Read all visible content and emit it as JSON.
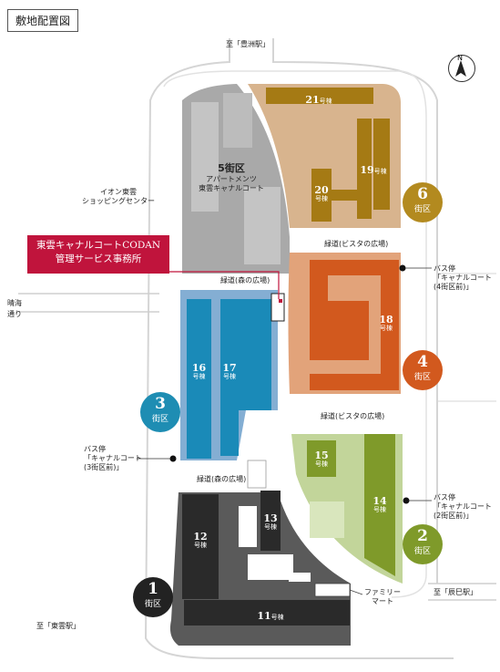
{
  "map": {
    "tag": "敷地配置図",
    "roads": {
      "to_toyosu": "至「豊洲駅」",
      "to_shinonome": "至「東雲駅」",
      "to_tatsumi": "至「辰巳駅」",
      "harumi_line1": "晴海",
      "harumi_line2": "通り"
    },
    "landmarks": {
      "aeon_line1": "イオン東雲",
      "aeon_line2": "ショッピングセンター",
      "family_mart_line1": "ファミリー",
      "family_mart_line2": "マート"
    },
    "office": {
      "line1": "東雲キャナルコートCODAN",
      "line2": "管理サービス事務所"
    },
    "greenways": {
      "forest_top": "緑道(森の広場)",
      "vista_top": "緑道(ビスタの広場)",
      "vista_mid": "緑道(ビスタの広場)",
      "forest_bottom": "緑道(森の広場)"
    },
    "bus_stops": [
      {
        "line1": "バス停",
        "line2": "「キャナルコート",
        "line3": "(4街区前)」"
      },
      {
        "line1": "バス停",
        "line2": "「キャナルコート",
        "line3": "(3街区前)」"
      },
      {
        "line1": "バス停",
        "line2": "「キャナルコート",
        "line3": "(2街区前)」"
      }
    ],
    "district5": {
      "title": "5街区",
      "sub1": "アパートメンツ",
      "sub2": "東雲キャナルコート"
    },
    "districts": [
      {
        "num": "6",
        "label": "街区",
        "color": "#b38a1f"
      },
      {
        "num": "4",
        "label": "街区",
        "color": "#d2591e"
      },
      {
        "num": "3",
        "label": "街区",
        "color": "#1e8db3"
      },
      {
        "num": "2",
        "label": "街区",
        "color": "#7f9a2a"
      },
      {
        "num": "1",
        "label": "街区",
        "color": "#222222"
      }
    ],
    "buildings": {
      "b21": {
        "num": "21",
        "suffix": "号棟"
      },
      "b19": {
        "num": "19",
        "suffix": "号棟"
      },
      "b20": {
        "num": "20",
        "suffix": "号棟"
      },
      "b18": {
        "num": "18",
        "suffix": "号棟"
      },
      "b16": {
        "num": "16",
        "suffix": "号棟"
      },
      "b17": {
        "num": "17",
        "suffix": "号棟"
      },
      "b15": {
        "num": "15",
        "suffix": "号棟"
      },
      "b14": {
        "num": "14",
        "suffix": "号棟"
      },
      "b13": {
        "num": "13",
        "suffix": "号棟"
      },
      "b12": {
        "num": "12",
        "suffix": "号棟"
      },
      "b11": {
        "num": "11",
        "suffix": "号棟"
      }
    },
    "compass_label": "N"
  }
}
